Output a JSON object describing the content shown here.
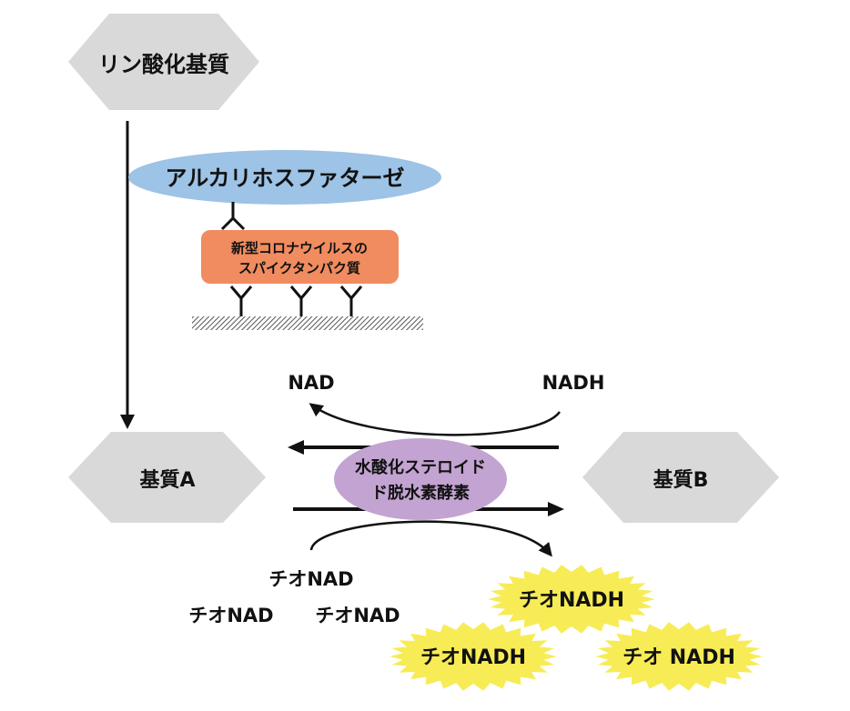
{
  "nodes": {
    "phospho_substrate": "リン酸化基質",
    "alkaline_phosphatase": "アルカリホスファターゼ",
    "spike_protein_line1": "新型コロナウイルスの",
    "spike_protein_line2": "スパイクタンパク質",
    "substrate_a": "基質A",
    "substrate_b": "基質B",
    "enzyme_line1": "水酸化ステロイド",
    "enzyme_line2": "ド脱水素酵素"
  },
  "cofactors": {
    "nad": "NAD",
    "nadh": "NADH",
    "thio_nad_top": "チオNAD",
    "thio_nad_left": "チオNAD",
    "thio_nad_right": "チオNAD",
    "thio_nadh_top": "チオNADH",
    "thio_nadh_left": "チオNADH",
    "thio_nadh_right": "チオ NADH"
  },
  "colors": {
    "hexagon": "#d9d9d9",
    "phosphatase": "#9dc3e6",
    "spike_protein": "#f08c5f",
    "enzyme": "#c3a3d1",
    "starburst": "#f7ec55",
    "arrow": "#111111",
    "surface_hatch": "#555555"
  }
}
